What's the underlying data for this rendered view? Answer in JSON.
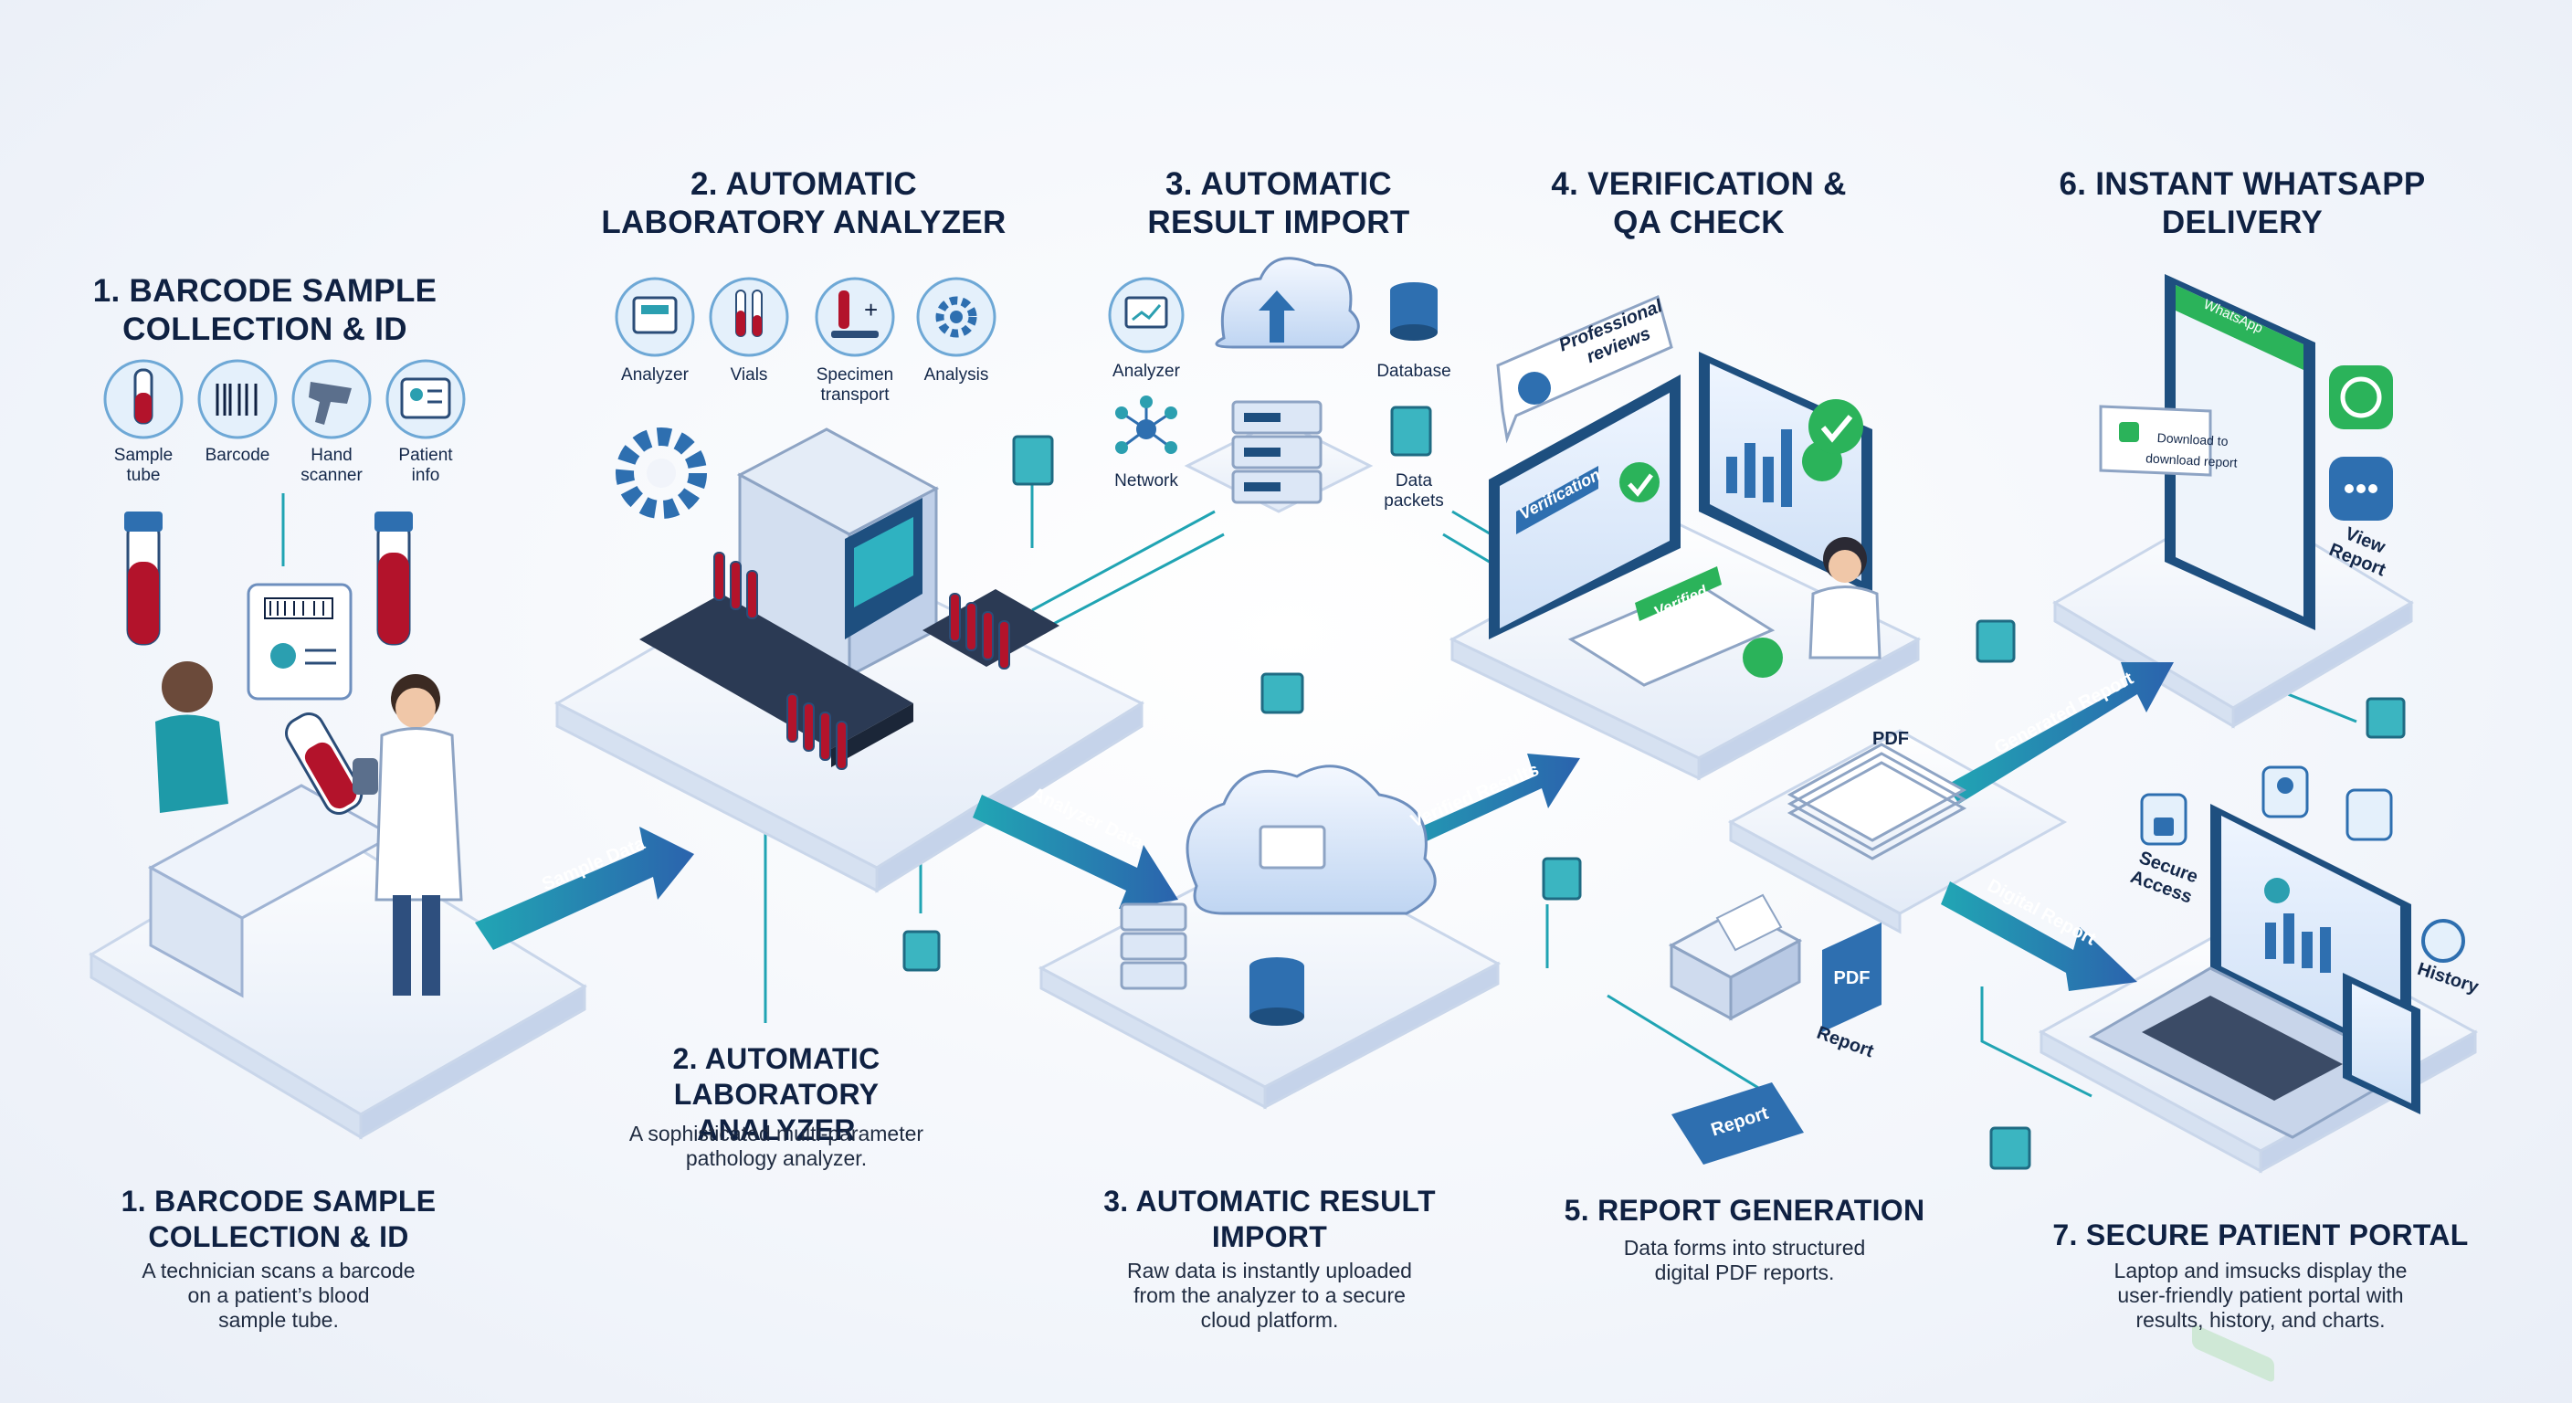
{
  "steps": {
    "s1": {
      "title_top": "1. BARCODE SAMPLE\nCOLLECTION & ID",
      "title_bottom": "1. BARCODE SAMPLE\nCOLLECTION & ID",
      "desc": "A technician scans a barcode\non a patient’s blood\nsample tube.",
      "icons": [
        "Sample\ntube",
        "Barcode",
        "Hand\nscanner",
        "Patient\ninfo"
      ]
    },
    "s2": {
      "title_top": "2. AUTOMATIC\nLABORATORY ANALYZER",
      "title_bottom": "2. AUTOMATIC\nLABORATORY ANALYZER",
      "desc": "A sophisticated multi-parameter\npathology analyzer.",
      "icons": [
        "Analyzer",
        "Vials",
        "Specimen\ntransport",
        "Analysis"
      ]
    },
    "s3": {
      "title_top": "3. AUTOMATIC\nRESULT IMPORT",
      "title_bottom": "3. AUTOMATIC RESULT\nIMPORT",
      "desc": "Raw data is instantly uploaded\nfrom the analyzer to a secure\ncloud platform.",
      "icons": [
        "Analyzer",
        "Database",
        "Network",
        "Data\npackets"
      ]
    },
    "s4": {
      "title_top": "4. VERIFICATION &\nQA CHECK",
      "bubble": "Professional\nreviews",
      "screen_label": "Verification",
      "cert_label": "Verified"
    },
    "s5": {
      "title_bottom": "5. REPORT GENERATION",
      "desc": "Data forms into structured\ndigital PDF reports.",
      "pdf_stack": "PDF",
      "pdf_doc": "PDF",
      "pdf_doc_label": "Report",
      "report_tag": "Report"
    },
    "s6": {
      "title_top": "6. INSTANT WHATSAPP\nDELIVERY",
      "app_name": "WhatsApp",
      "notification": "Download to\ndownload report",
      "view_report": "View\nReport"
    },
    "s7": {
      "title_bottom": "7. SECURE PATIENT PORTAL",
      "desc": "Laptop and imsucks display the\nuser-friendly patient portal with\nresults, history, and charts.",
      "secure_access": "Secure\nAccess",
      "history": "History"
    }
  },
  "arrows": {
    "a1": "Sample Data",
    "a2": "Analyzer Data",
    "a3": "Verified Results",
    "a4": "Generated Report",
    "a5": "Digital Report"
  },
  "colors": {
    "navy": "#0f2142",
    "teal": "#1d97a8",
    "blue": "#2e6fb0",
    "platform": "#e9f0fb",
    "blood": "#b3132b",
    "green": "#2bb35a"
  }
}
